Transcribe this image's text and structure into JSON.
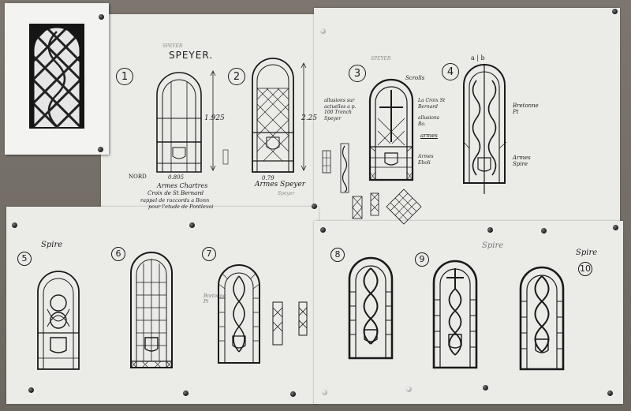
{
  "header": {
    "city": "SPEYER."
  },
  "numbers": [
    "1",
    "2",
    "3",
    "4",
    "5",
    "6",
    "7",
    "8",
    "9",
    "10"
  ],
  "labels": {
    "faint_top_left": "SPEYER",
    "faint_top_mid": "SPEYER",
    "dim_1": "1.925",
    "dim_2": "2.25",
    "width_1": "0.805",
    "width_2": "0.79",
    "nord": "NORD",
    "caption_1a": "Armes Chartres",
    "caption_1b": "Croix de St Bernard",
    "caption_1c": "rappel de raccords a Bonn",
    "caption_1d": "pour l'etude de Pontlevoi",
    "caption_2": "Armes Speyer",
    "caption_2b": "Speyer",
    "note_3_left": "allusions sur actuelles a p. 100 Trench Speyer",
    "note_3_top": "Scrolls",
    "note_3_right": "La Croix St Bernard",
    "note_3_right2": "allusions Bo.",
    "note_3_mid": "armes",
    "note_3_low": "Armes Eboli",
    "ab": "a | b",
    "note_4_right": "Bretonne Pt",
    "note_4_low": "Armes Spire",
    "spire_5": "Spire",
    "spire_9": "Spire",
    "spire_10": "Spire",
    "note_7": "Bretonne Pt"
  },
  "colors": {
    "ink": "#1a1a1a",
    "paper": "#ebebe8",
    "board": "#6f6a63"
  }
}
